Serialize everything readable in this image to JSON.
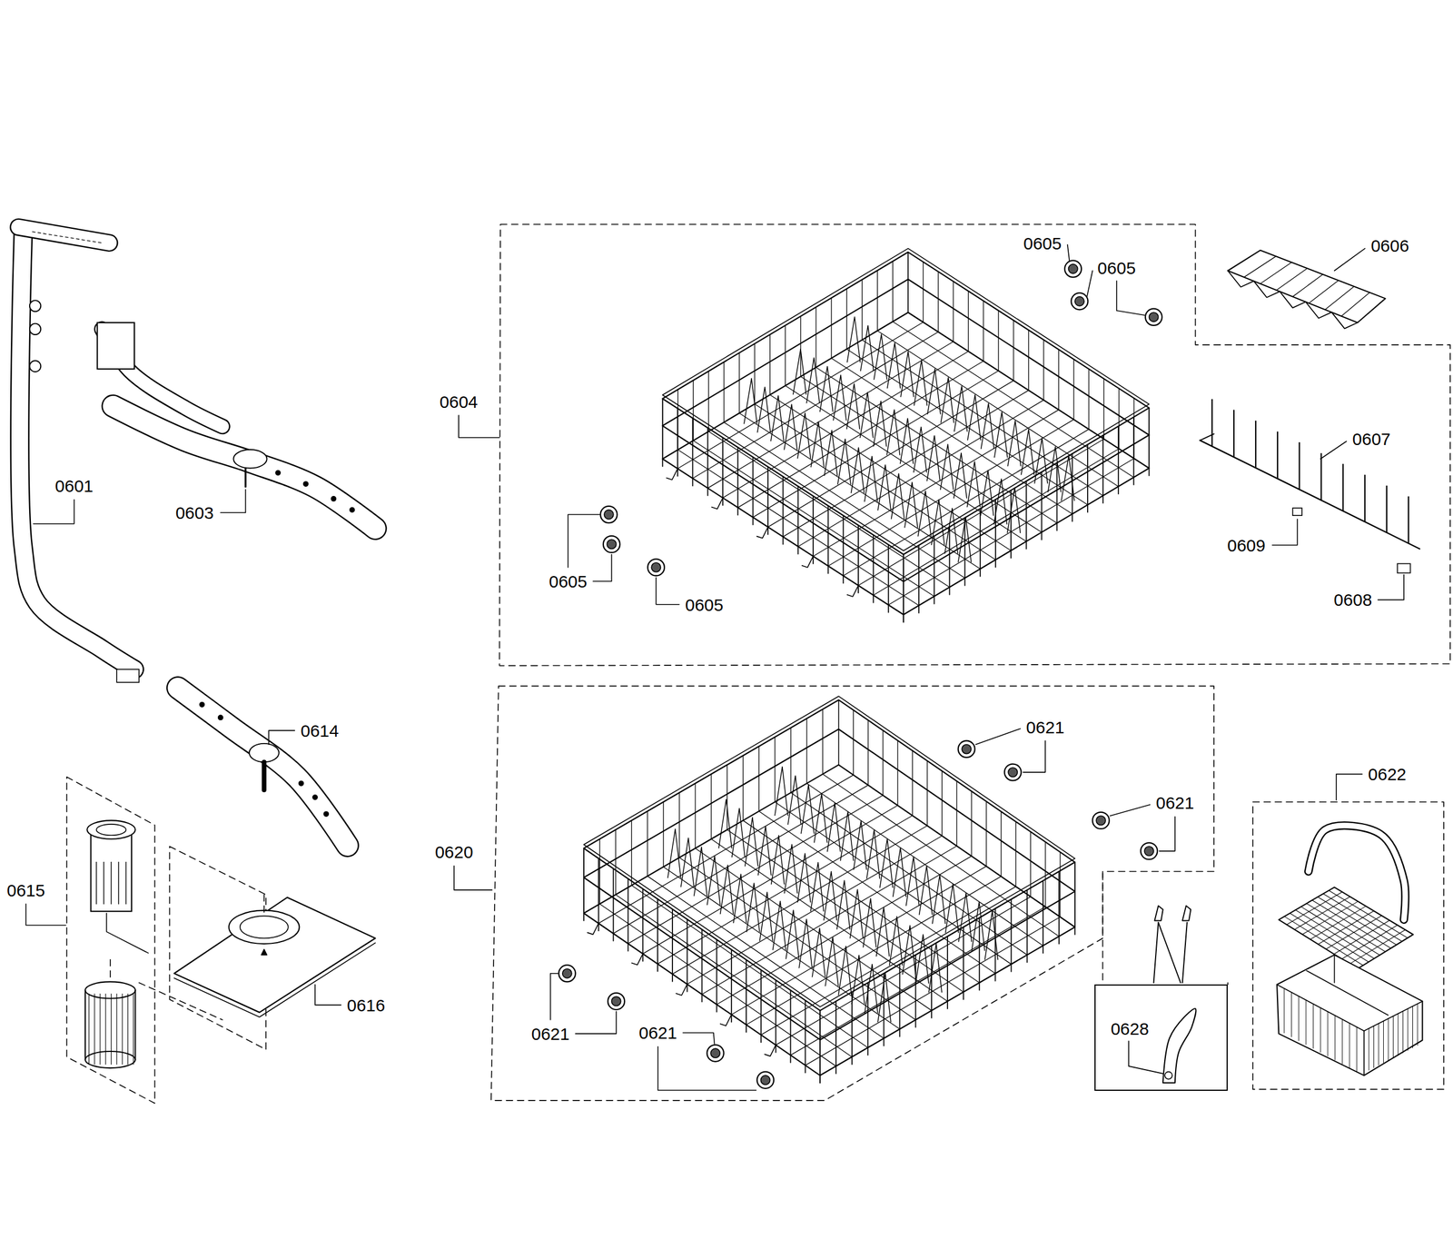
{
  "diagram": {
    "nodes": [
      {
        "text": [
          "0628"
        ]
      }
    ],
    "labels": [
      "0605",
      "0605",
      "0606",
      "0604",
      "0607",
      "0601",
      "0603",
      "0609",
      "0605",
      "0608",
      "0605",
      "0621",
      "0614",
      "0622",
      "0621",
      "0620",
      "0615",
      "0616",
      "0621",
      "0621"
    ]
  }
}
